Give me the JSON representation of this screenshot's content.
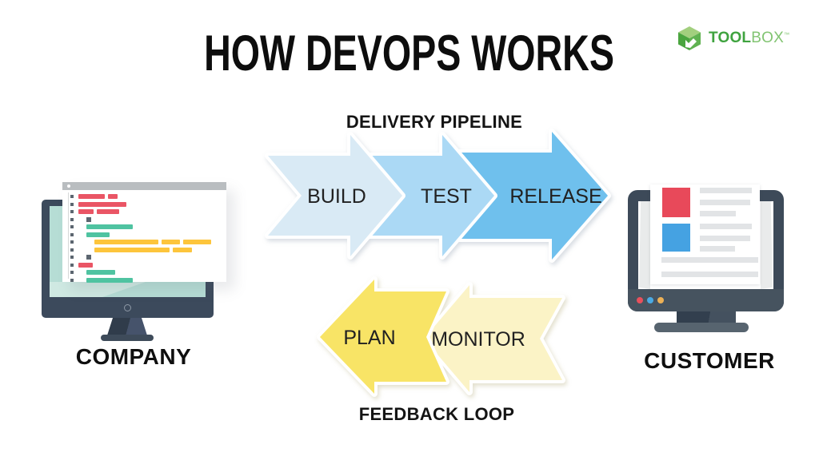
{
  "title": "HOW DEVOPS WORKS",
  "logo": {
    "tool": "TOOL",
    "box": "BOX",
    "tm": "™",
    "tool_color": "#3fa33f",
    "box_color": "#82c472",
    "cube_top": "#a2cf7e",
    "cube_left": "#4aa53f",
    "cube_right": "#60b251"
  },
  "pipeline": {
    "label": "DELIVERY PIPELINE",
    "steps": [
      {
        "label": "BUILD",
        "color": "#d9eaf5"
      },
      {
        "label": "TEST",
        "color": "#abd9f5"
      },
      {
        "label": "RELEASE",
        "color": "#6fc0ed"
      }
    ]
  },
  "feedback": {
    "label": "FEEDBACK LOOP",
    "steps": [
      {
        "label": "PLAN",
        "color": "#f8e466"
      },
      {
        "label": "MONITOR",
        "color": "#fbf3c6"
      }
    ]
  },
  "company": {
    "label": "COMPANY",
    "monitor_color": "#3c4a5c",
    "screen_color": "#b6ddd5",
    "fold_color": "#cfe9e2",
    "base_color": "#3e4b5a",
    "titlebar_color": "#b9bdc0",
    "colors": {
      "red": "#ea5565",
      "green": "#4fc3a1",
      "yellow": "#fdc53c",
      "square": "#5c6670"
    },
    "code_lines": [
      {
        "indent": 0,
        "segments": [
          [
            "red",
            33
          ],
          [
            "red",
            12
          ]
        ]
      },
      {
        "indent": 0,
        "segments": [
          [
            "red",
            60
          ]
        ]
      },
      {
        "indent": 0,
        "segments": [
          [
            "red",
            19
          ],
          [
            "red",
            28
          ]
        ]
      },
      {
        "indent": 1,
        "segments": [
          [
            "square",
            6
          ]
        ]
      },
      {
        "indent": 1,
        "segments": [
          [
            "green",
            58
          ]
        ]
      },
      {
        "indent": 1,
        "segments": [
          [
            "green",
            29
          ]
        ]
      },
      {
        "indent": 2,
        "segments": [
          [
            "yellow",
            80
          ],
          [
            "yellow",
            23
          ],
          [
            "yellow",
            35
          ]
        ]
      },
      {
        "indent": 2,
        "segments": [
          [
            "yellow",
            94
          ],
          [
            "yellow",
            24
          ]
        ]
      },
      {
        "indent": 1,
        "segments": [
          [
            "square",
            6
          ]
        ]
      },
      {
        "indent": 0,
        "segments": [
          [
            "red",
            18
          ]
        ]
      },
      {
        "indent": 1,
        "segments": [
          [
            "green",
            36
          ]
        ]
      },
      {
        "indent": 1,
        "segments": [
          [
            "green",
            58
          ]
        ]
      }
    ]
  },
  "customer": {
    "label": "CUSTOMER",
    "monitor_color": "#3d4a59",
    "bezel_color": "#46535f",
    "strip_color": "#e9ebeb",
    "base_color": "#57646f",
    "red_block": "#e8495a",
    "blue_block": "#45a2e2",
    "line_color": "#e2e4e6",
    "dots": [
      "#e8505c",
      "#4aaae4",
      "#edb156"
    ]
  }
}
